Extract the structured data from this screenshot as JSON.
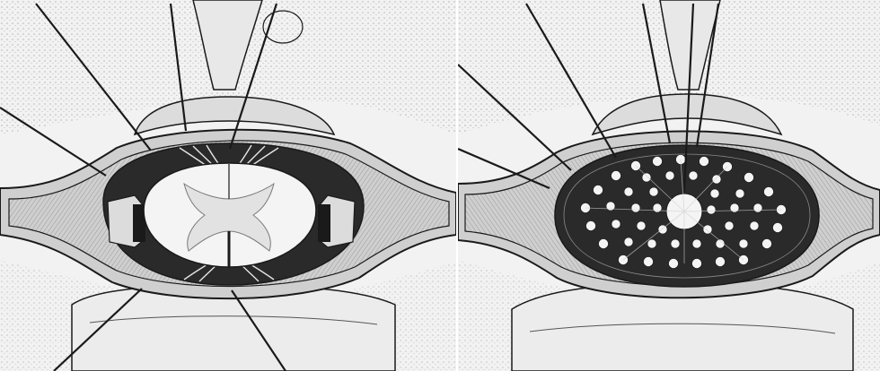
{
  "figure": {
    "panels": [
      {
        "id": "left",
        "subject": "spinal-cord-cross-section"
      },
      {
        "id": "right",
        "subject": "cauda-equina-cross-section"
      }
    ],
    "colors": {
      "ink": "#1a1a1a",
      "paper": "#ffffff",
      "shade_light": "#e6e6e6",
      "shade_mid": "#c8c8c8",
      "shade_dark": "#2a2a2a",
      "cord_white": "#f4f4f4"
    }
  }
}
